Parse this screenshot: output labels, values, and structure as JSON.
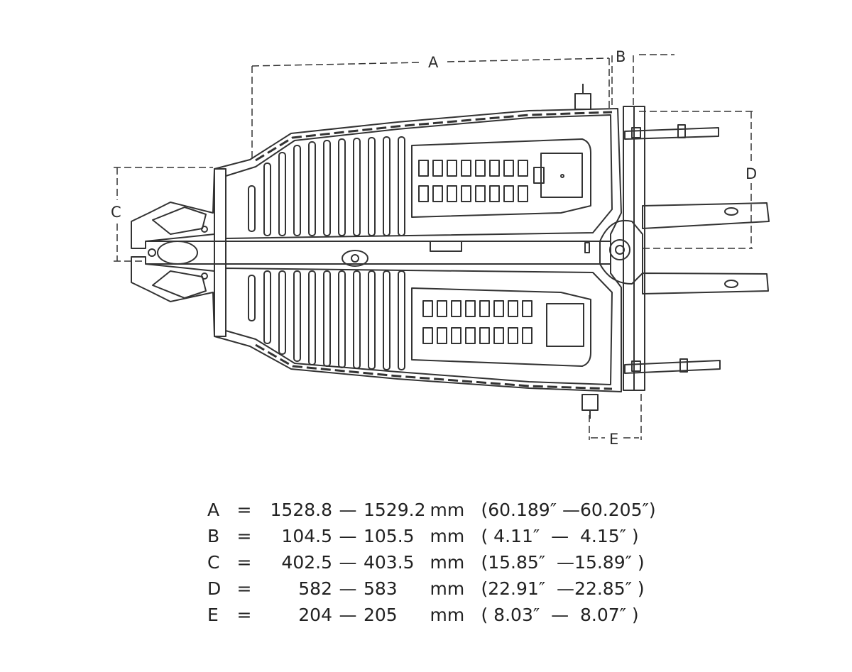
{
  "diagram": {
    "dimension_labels": {
      "A": "A",
      "B": "B",
      "C": "C",
      "D": "D",
      "E": "E"
    }
  },
  "specs": [
    {
      "key": "A",
      "eq": "=",
      "min": "1528.8",
      "sep": "—",
      "max": "1529.2",
      "unit": "mm",
      "inches": "(60.189″ —60.205″)"
    },
    {
      "key": "B",
      "eq": "=",
      "min": "104.5",
      "sep": "—",
      "max": "105.5",
      "unit": "mm",
      "inches": "( 4.11″  —  4.15″ )"
    },
    {
      "key": "C",
      "eq": "=",
      "min": "402.5",
      "sep": "—",
      "max": "403.5",
      "unit": "mm",
      "inches": "(15.85″  —15.89″ )"
    },
    {
      "key": "D",
      "eq": "=",
      "min": "582",
      "sep": "—",
      "max": "583",
      "unit": "mm",
      "inches": "(22.91″  —22.85″ )"
    },
    {
      "key": "E",
      "eq": "=",
      "min": "204",
      "sep": "—",
      "max": "205",
      "unit": "mm",
      "inches": "( 8.03″  —  8.07″ )"
    }
  ]
}
